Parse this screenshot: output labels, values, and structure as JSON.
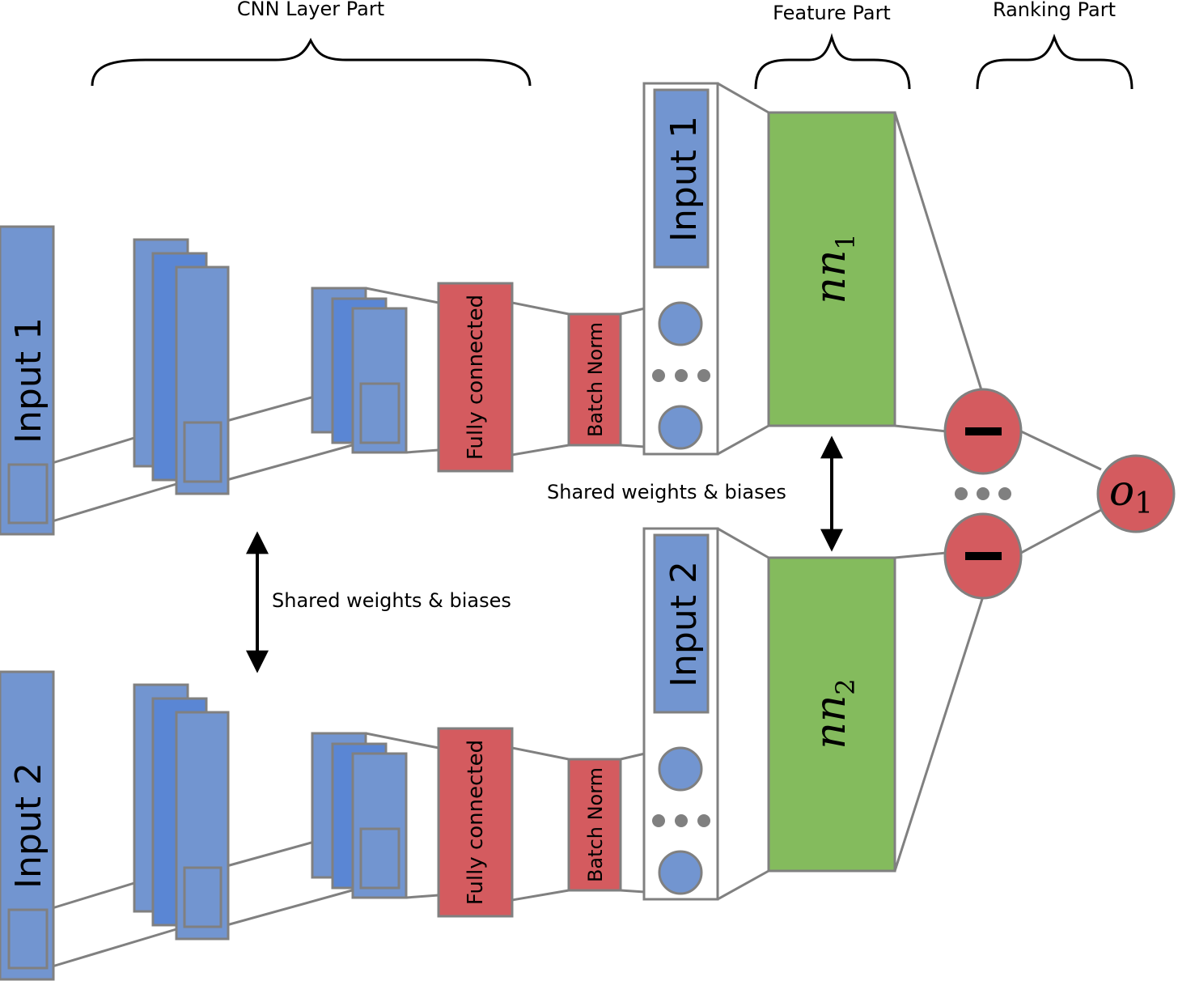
{
  "section_labels": {
    "cnn": "CNN Layer Part",
    "feature": "Feature Part",
    "ranking": "Ranking Part"
  },
  "shared_label": "Shared weights & biases",
  "branches": [
    {
      "input_label": "Input 1",
      "fc_label": "Fully connected",
      "bn_label": "Batch Norm",
      "feature_input_label": "Input 1",
      "nn_base": "nn",
      "nn_sub": "1"
    },
    {
      "input_label": "Input 2",
      "fc_label": "Fully connected",
      "bn_label": "Batch Norm",
      "feature_input_label": "Input 2",
      "nn_base": "nn",
      "nn_sub": "2"
    }
  ],
  "subtract_symbol": "−",
  "output": {
    "base": "o",
    "sub": "1"
  },
  "colors": {
    "blue": "#7295d0",
    "blue_dark": "#5a86d4",
    "red": "#d45b5f",
    "green": "#84bb5d",
    "stroke": "#808080",
    "arrow": "#000000"
  }
}
